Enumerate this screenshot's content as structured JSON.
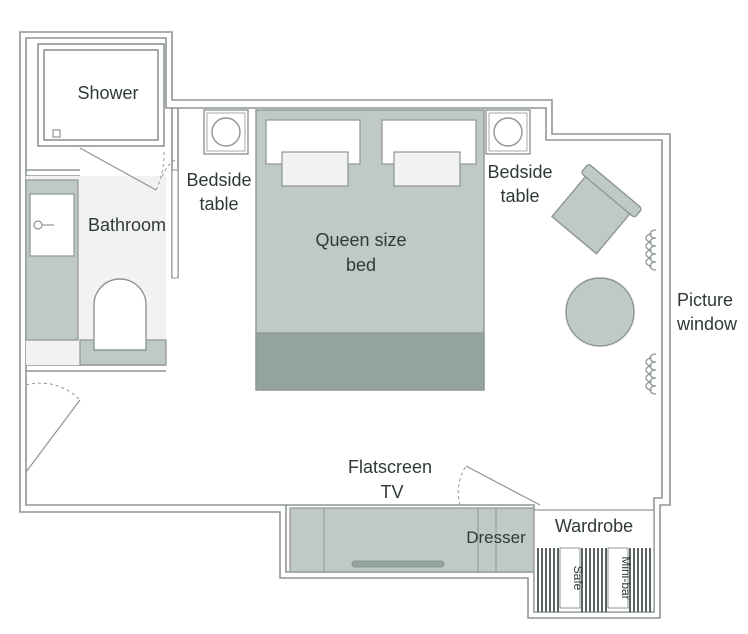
{
  "labels": {
    "shower": "Shower",
    "bathroom": "Bathroom",
    "bedside_table_left": [
      "Bedside",
      "table"
    ],
    "bedside_table_right": [
      "Bedside",
      "table"
    ],
    "queen_bed": [
      "Queen size",
      "bed"
    ],
    "picture_window": [
      "Picture",
      "window"
    ],
    "flatscreen_tv": [
      "Flatscreen",
      "TV"
    ],
    "dresser": "Dresser",
    "wardrobe": "Wardrobe",
    "safe": "Safe",
    "mini_bar": "Mini-bar"
  },
  "colors": {
    "wall": "#8e9692",
    "floor": "#f2f2f2",
    "furniture": "#bfc9c5",
    "furniture_dark": "#93a39e",
    "text": "#2f3a37"
  }
}
